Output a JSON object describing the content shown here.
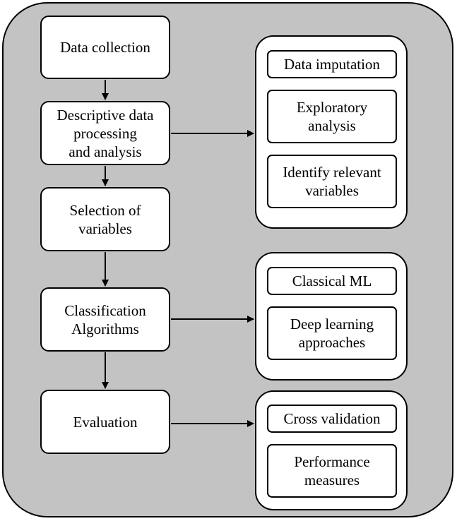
{
  "steps": [
    {
      "label": "Data collection"
    },
    {
      "label": "Descriptive data\nprocessing\nand analysis"
    },
    {
      "label": "Selection of\nvariables"
    },
    {
      "label": "Classification\nAlgorithms"
    },
    {
      "label": "Evaluation"
    }
  ],
  "groups": [
    {
      "items": [
        "Data imputation",
        "Exploratory\nanalysis",
        "Identify relevant\nvariables"
      ]
    },
    {
      "items": [
        "Classical ML",
        "Deep learning\napproaches"
      ]
    },
    {
      "items": [
        "Cross validation",
        "Performance\nmeasures"
      ]
    }
  ]
}
